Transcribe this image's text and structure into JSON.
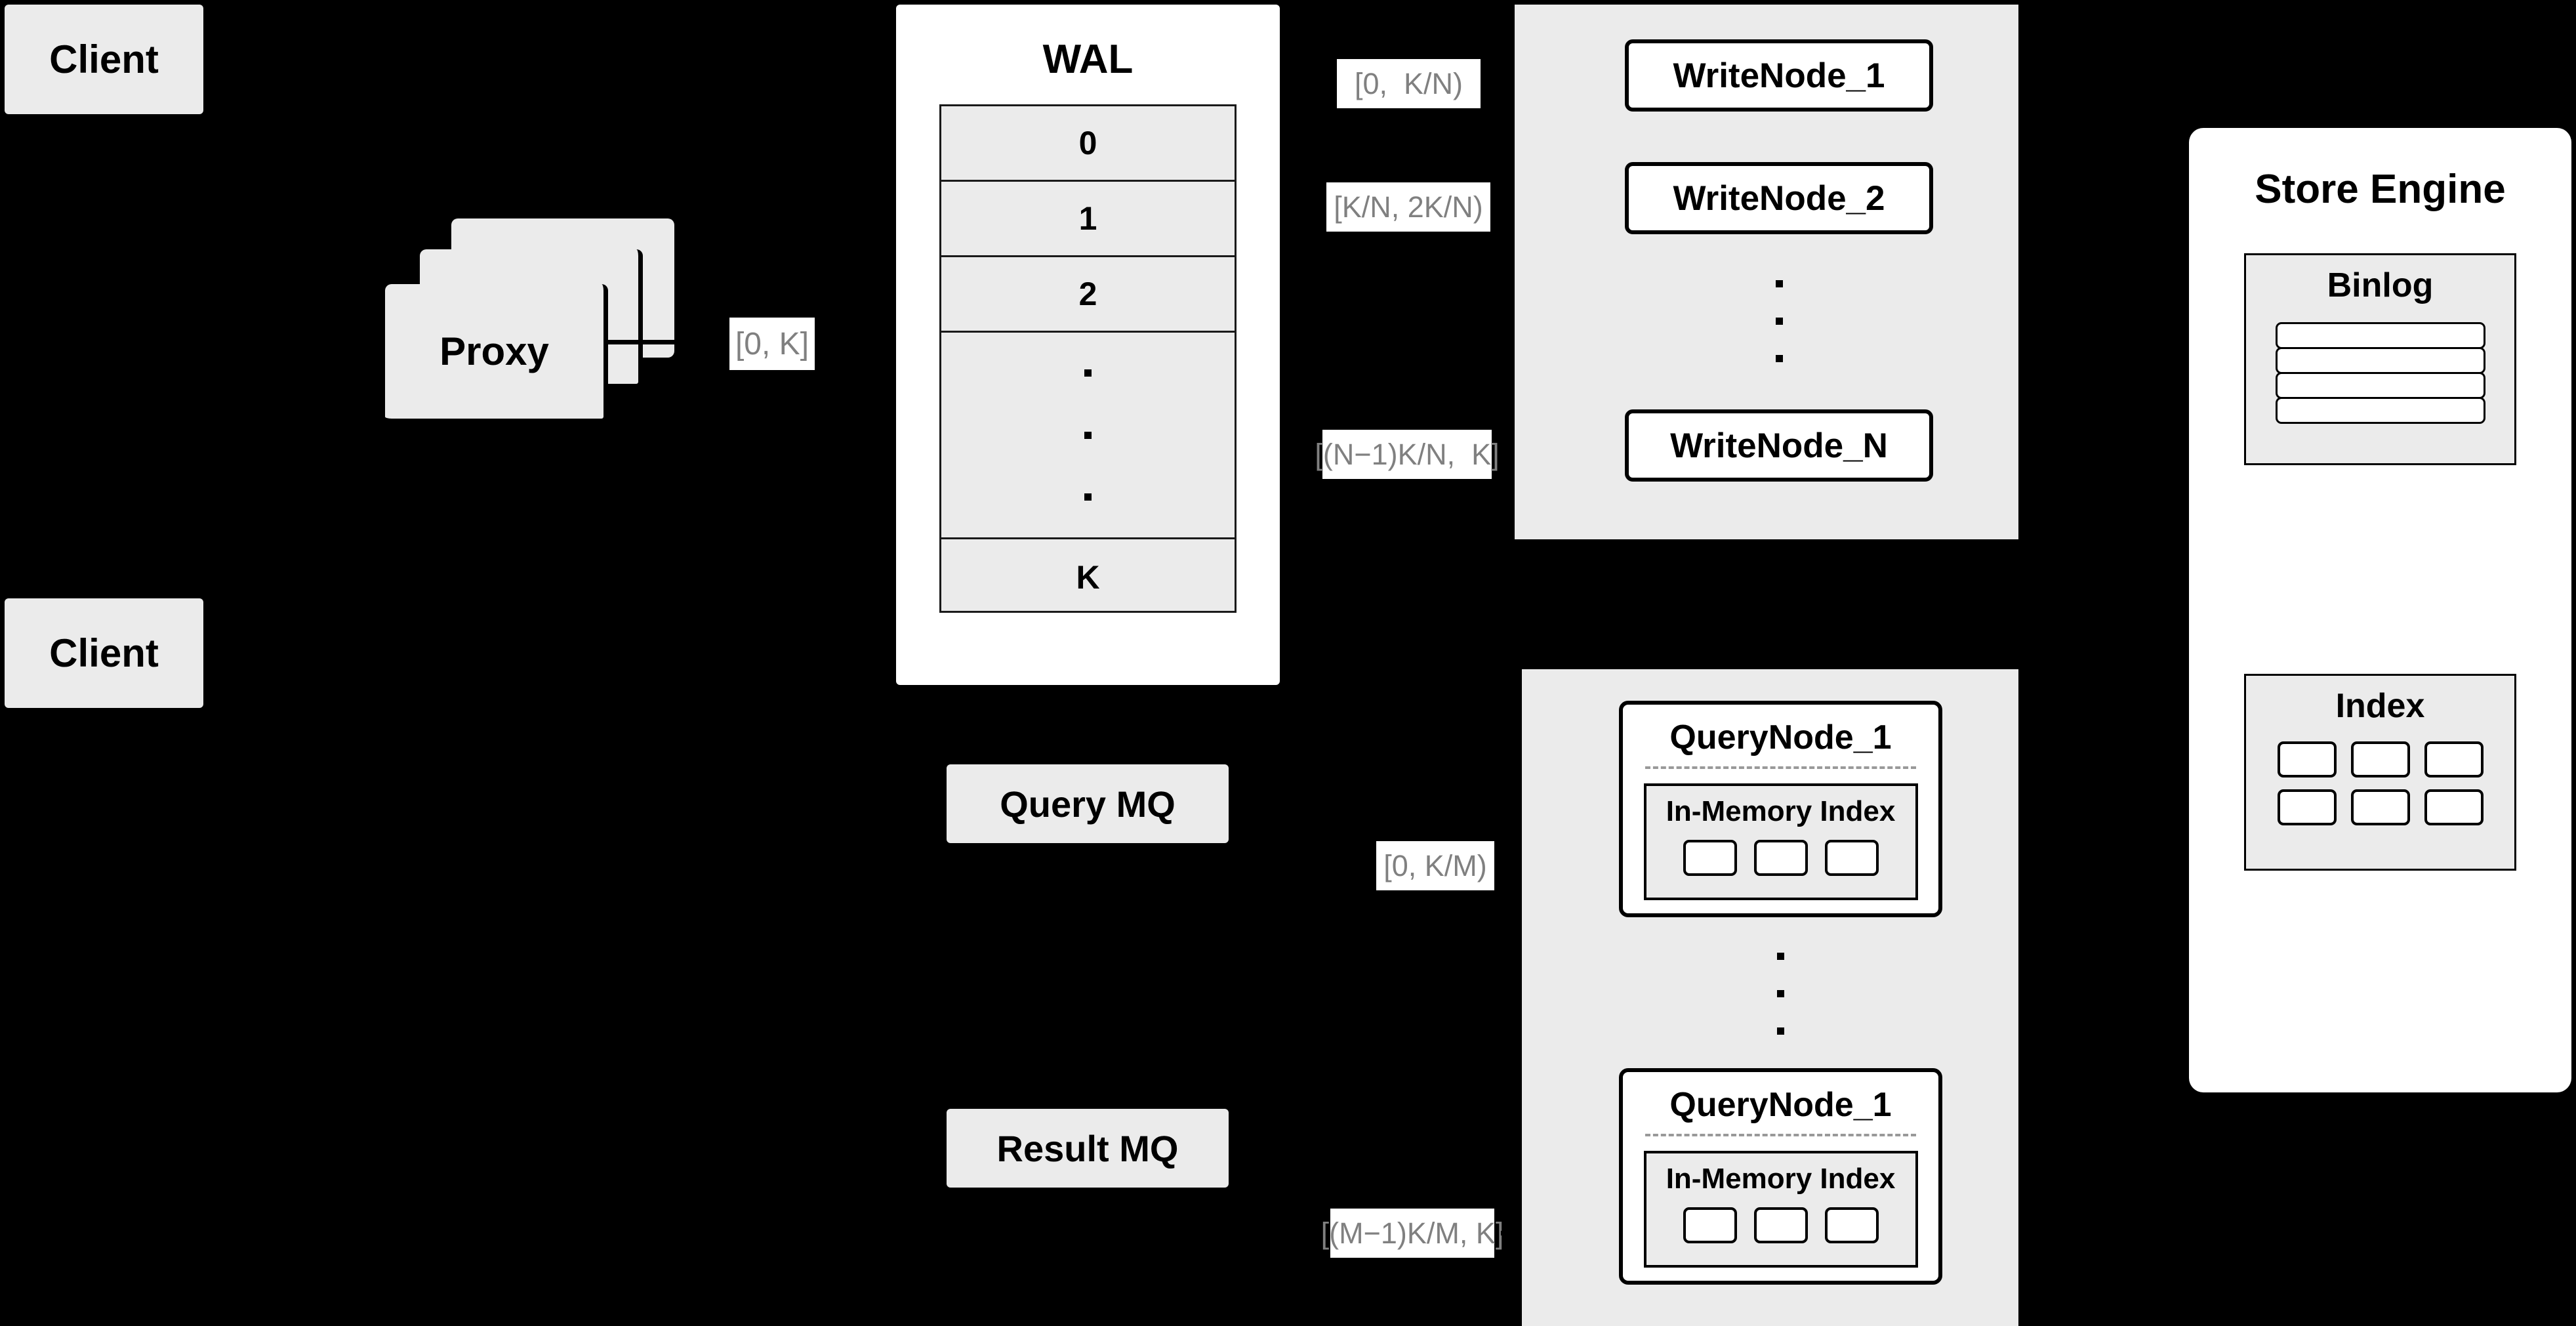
{
  "diagram": {
    "title": "Distributed Vector Database Architecture",
    "background": "#000000",
    "panel_fill": "#ebebeb",
    "node_fill": "#ffffff",
    "stroke": "#000000",
    "label_text_color": "#808080",
    "label_bg": "#ffffff"
  },
  "clients": [
    {
      "label": "Client"
    },
    {
      "label": "Client"
    }
  ],
  "proxy": {
    "label": "Proxy",
    "stack_count": 3
  },
  "wal": {
    "title": "WAL",
    "rows": [
      "0",
      "1",
      "2",
      "",
      "K"
    ],
    "ellipsis_row_index": 3,
    "ellipsis_dots": 3
  },
  "messaging": {
    "query_mq": "Query MQ",
    "result_mq": "Result MQ"
  },
  "write_cluster": {
    "nodes": [
      {
        "label": "WriteNode_1"
      },
      {
        "label": "WriteNode_2"
      },
      {
        "label": "WriteNode_N"
      }
    ],
    "ellipsis_dots": 3
  },
  "query_cluster": {
    "nodes": [
      {
        "label": "QueryNode_1",
        "index_title": "In-Memory Index",
        "index_cells": 3
      },
      {
        "label": "QueryNode_1",
        "index_title": "In-Memory Index",
        "index_cells": 3
      }
    ],
    "ellipsis_dots": 3
  },
  "store_engine": {
    "title": "Store Engine",
    "binlog": {
      "title": "Binlog",
      "bars": 4
    },
    "index": {
      "title": "Index",
      "cells": 6
    }
  },
  "range_labels": {
    "proxy_to_wal": "[0, K]",
    "wal_to_write_1": "[0,  K/N)",
    "wal_to_write_2": "[K/N, 2K/N)",
    "wal_to_write_n": "[(N−1)K/N,  K]",
    "mq_to_query_1": "[0, K/M)",
    "mq_to_query_m": "[(M−1)K/M, K]"
  }
}
